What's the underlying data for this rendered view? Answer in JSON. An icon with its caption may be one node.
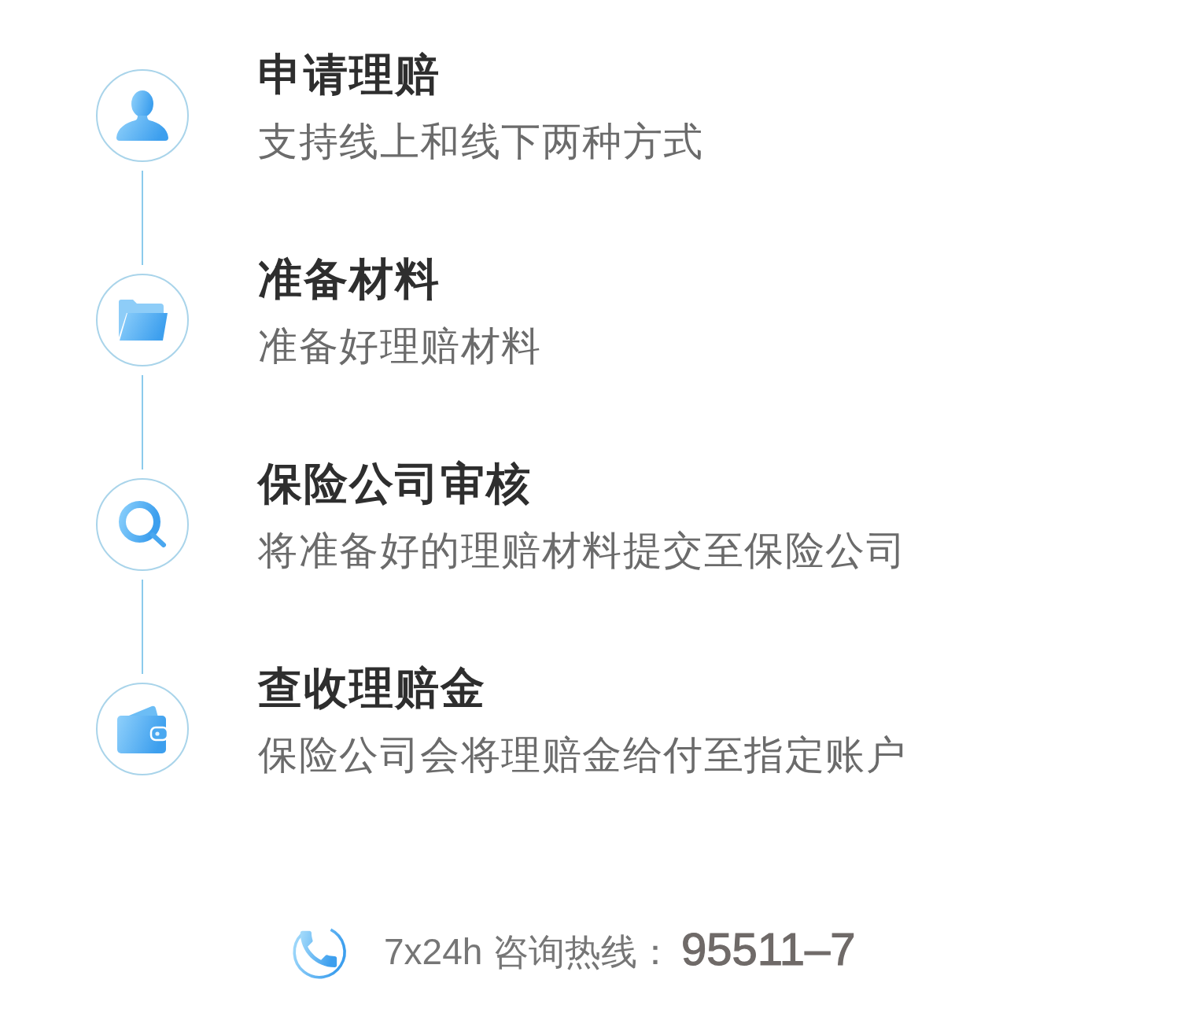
{
  "diagram": {
    "nodes": [
      {
        "text": [
          "申请理赔",
          "支持线上和线下两种方式"
        ]
      },
      {
        "text": [
          "准备材料",
          "准备好理赔材料"
        ]
      },
      {
        "text": [
          "保险公司审核",
          "将准备好的理赔材料提交至保险公司"
        ]
      },
      {
        "text": [
          "查收理赔金",
          "保险公司会将理赔金给付至指定账户"
        ]
      }
    ],
    "edges": [
      {
        "from": 0,
        "to": 1,
        "arrow": "none"
      },
      {
        "from": 1,
        "to": 2,
        "arrow": "none"
      },
      {
        "from": 2,
        "to": 3,
        "arrow": "none"
      }
    ],
    "labels": [
      "7x24h 咨询热线：",
      "95511–7"
    ]
  }
}
